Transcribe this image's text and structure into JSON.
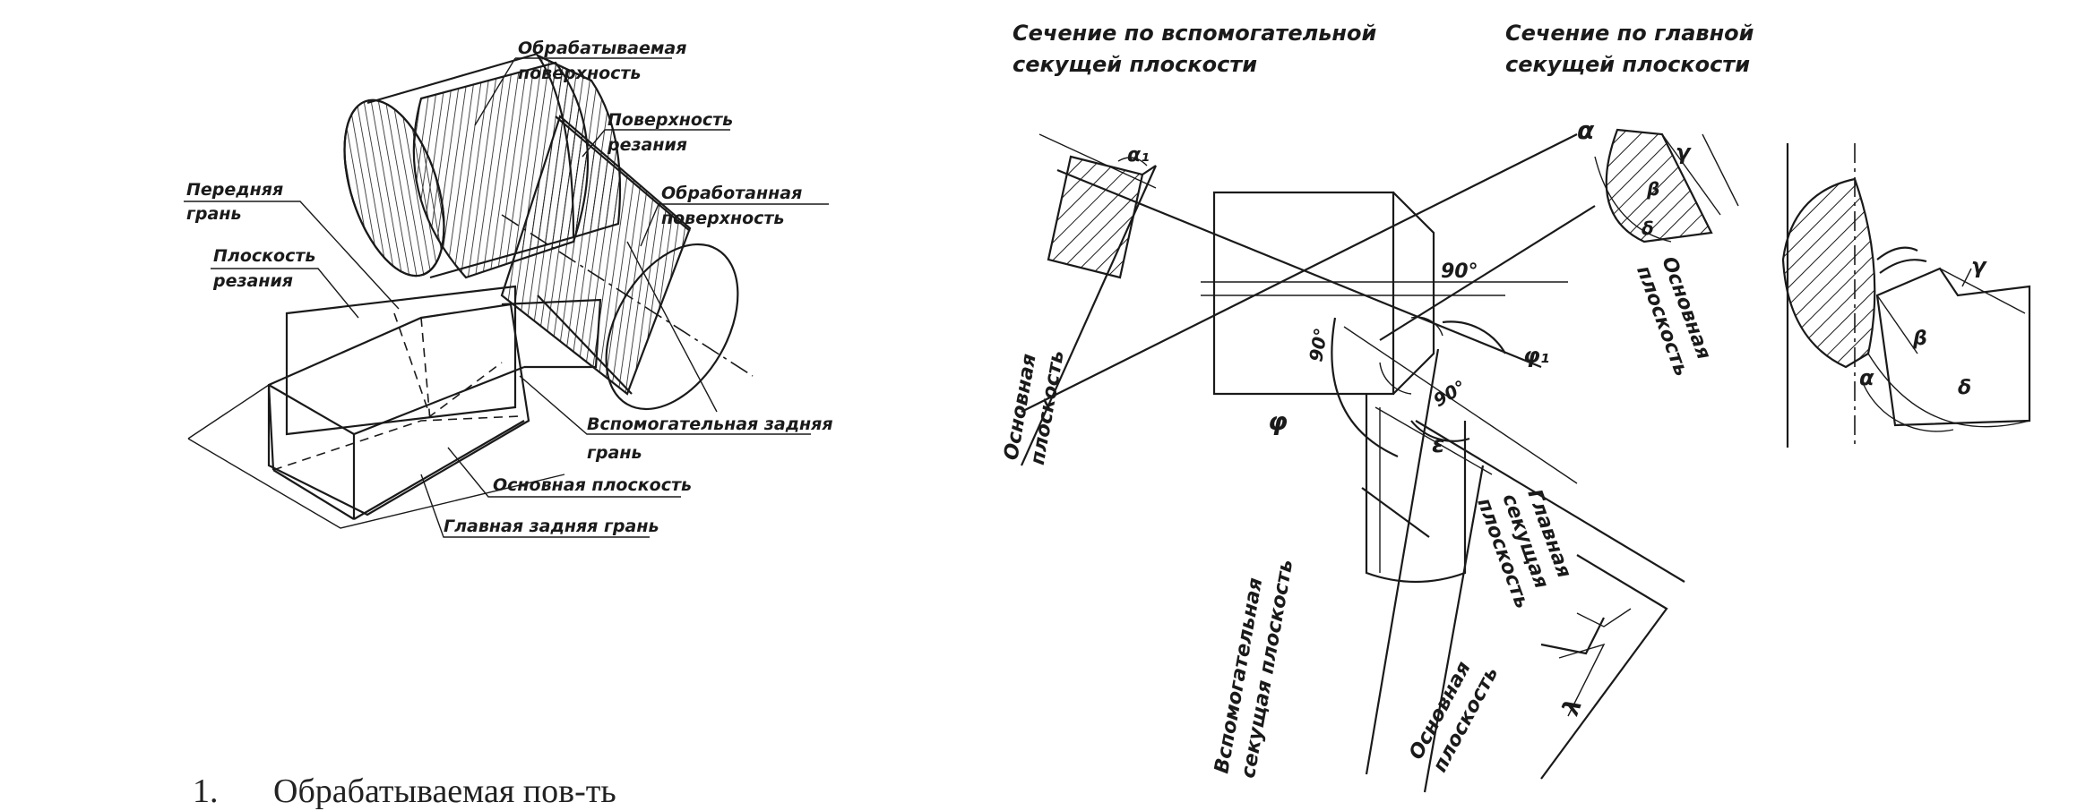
{
  "left_diagram": {
    "labels": {
      "machined_surface": [
        "Обрабатываемая",
        "поверхность"
      ],
      "cutting_surface": [
        "Поверхность",
        "резания"
      ],
      "finished_surface": [
        "Обработанная",
        "поверхность"
      ],
      "rake_face": [
        "Передняя",
        "грань"
      ],
      "cutting_plane": [
        "Плоскость",
        "резания"
      ],
      "aux_flank": [
        "Вспомогательная задняя",
        "грань"
      ],
      "base_plane": "Основная плоскость",
      "main_flank": "Главная задняя грань"
    }
  },
  "right_diagram": {
    "headings": {
      "aux_section": [
        "Сечение по вспомогательной",
        "секущей плоскости"
      ],
      "main_section": [
        "Сечение по главной",
        "секущей плоскости"
      ]
    },
    "rotated_labels": {
      "base_plane_left": [
        "Основная",
        "плоскость"
      ],
      "base_plane_right": [
        "Основная",
        "плоскость"
      ],
      "main_secant": [
        "Главная",
        "секущая",
        "плоскость"
      ],
      "aux_secant": [
        "Вспомогательная",
        "секущая плоскость"
      ],
      "base_plane_bottom": [
        "Основная",
        "плоскость"
      ]
    },
    "angles": {
      "deg90_top": "90°",
      "deg90_left": "90°",
      "deg90_center": "90°",
      "phi": "φ",
      "phi1": "φ₁",
      "epsilon": "ε",
      "alpha1": "α₁",
      "alpha": "α",
      "gamma": "γ",
      "beta": "β",
      "delta": "δ",
      "lambda": "λ"
    }
  },
  "caption": {
    "number": "1.",
    "text": "Обрабатываемая пов-ть"
  }
}
